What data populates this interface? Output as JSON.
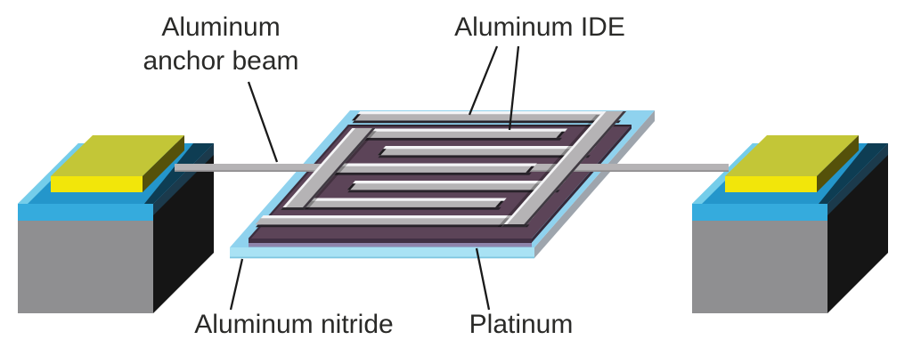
{
  "diagram": {
    "description": "3D illustration of a piezoelectric MEMS resonator: suspended aluminum-nitride plate with platinum bottom electrode and aluminum interdigitated electrodes, anchored by aluminum beams to two substrate blocks",
    "labels": {
      "anchor_beam": [
        "Aluminum",
        "anchor beam"
      ],
      "ide": "Aluminum IDE",
      "nitride": "Aluminum nitride",
      "platinum": "Platinum"
    },
    "colors": {
      "aluminum_gray": "#b5b3b5",
      "aluminum_highlight": "#f4f4f6",
      "platinum_purple": "#5c4458",
      "platinum_front_dark": "#413044",
      "platinum_front_light": "#8e84ac",
      "aln_blue": "#8fd2ee",
      "aln_blue_front": "#a9e2f4",
      "plate_side_gray": "#9ea5ad",
      "substrate_gray": "#8f8f91",
      "substrate_black": "#151515",
      "oxide_blue": "#2496cb",
      "oxide_blue_front": "#35abdd",
      "pad_yellow": "#f2e60a",
      "pad_yellow_top": "#c3c637",
      "pad_yellow_side": "#55510a",
      "label_text": "#2a2a28",
      "leader_line": "#1a1a1a"
    }
  }
}
